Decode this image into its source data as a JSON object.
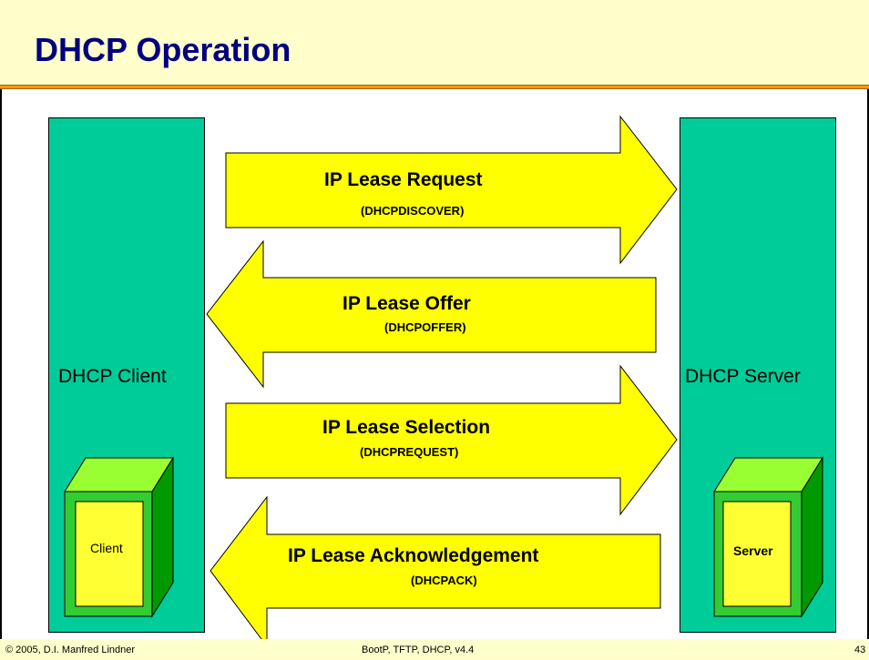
{
  "title": "DHCP Operation",
  "client": {
    "label": "DHCP Client",
    "box_label": "Client"
  },
  "server": {
    "label": "DHCP Server",
    "box_label": "Server"
  },
  "messages": [
    {
      "title": "IP Lease Request",
      "subtitle": "(DHCPDISCOVER)",
      "direction": "client-to-server"
    },
    {
      "title": "IP Lease Offer",
      "subtitle": "(DHCPOFFER)",
      "direction": "server-to-client"
    },
    {
      "title": "IP Lease Selection",
      "subtitle": "(DHCPREQUEST)",
      "direction": "client-to-server"
    },
    {
      "title": "IP Lease Acknowledgement",
      "subtitle": "(DHCPACK)",
      "direction": "server-to-client"
    }
  ],
  "footer": {
    "copyright": "© 2005, D.I. Manfred Lindner",
    "center": "BootP, TFTP, DHCP, v4.4",
    "page": "43"
  },
  "colors": {
    "title_text": "#000080",
    "title_bg": "#ffffcc",
    "title_rule": "#ff9900",
    "column": "#00cc99",
    "arrow": "#ffff00",
    "box_outer": "#33cc33",
    "box_inner": "#ffff33"
  }
}
